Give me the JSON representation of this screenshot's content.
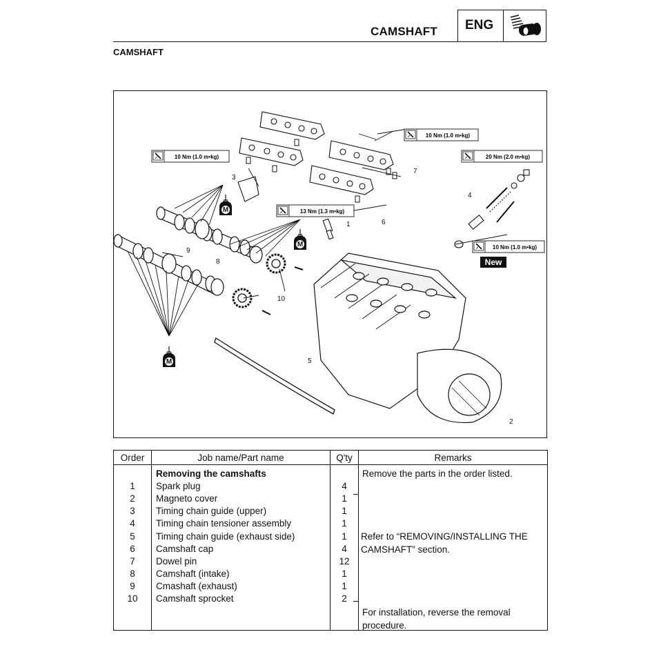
{
  "header": {
    "title": "CAMSHAFT",
    "badge": "ENG",
    "badge_icon": "engine-piston-icon"
  },
  "section_label": "CAMSHAFT",
  "diagram": {
    "torques": {
      "t1": "10 Nm (1.0 m•kg)",
      "t2": "10 Nm (1.0 m•kg)",
      "t3": "20 Nm (2.0 m•kg)",
      "t4": "13 Nm (1.3 m•kg)",
      "t5": "10 Nm (1.0 m•kg)"
    },
    "new_label": "New",
    "oil_symbol": "M",
    "callouts": {
      "c1": "1",
      "c2": "2",
      "c3": "3",
      "c4": "4",
      "c5": "5",
      "c6": "6",
      "c7": "7",
      "c8": "8",
      "c9": "9",
      "c10": "10"
    }
  },
  "table": {
    "headers": {
      "order": "Order",
      "name": "Job name/Part name",
      "qty": "Q'ty",
      "remarks": "Remarks"
    },
    "job_title": "Removing the camshafts",
    "first_remark": "Remove the parts in the order listed.",
    "rows": [
      {
        "order": "1",
        "name": "Spark plug",
        "qty": "4"
      },
      {
        "order": "2",
        "name": "Magneto cover",
        "qty": "1"
      },
      {
        "order": "3",
        "name": "Timing chain guide (upper)",
        "qty": "1"
      },
      {
        "order": "4",
        "name": "Timing chain tensioner assembly",
        "qty": "1"
      },
      {
        "order": "5",
        "name": "Timing chain guide (exhaust side)",
        "qty": "1"
      },
      {
        "order": "6",
        "name": "Camshaft cap",
        "qty": "4"
      },
      {
        "order": "7",
        "name": "Dowel pin",
        "qty": "12"
      },
      {
        "order": "8",
        "name": "Camshaft (intake)",
        "qty": "1"
      },
      {
        "order": "9",
        "name": "Cmashaft (exhaust)",
        "qty": "1"
      },
      {
        "order": "10",
        "name": "Camshaft sprocket",
        "qty": "2"
      }
    ],
    "bracket_remark": "Refer to “REMOVING/INSTALLING THE CAMSHAFT” section.",
    "final_remark": "For installation, reverse the removal procedure."
  }
}
